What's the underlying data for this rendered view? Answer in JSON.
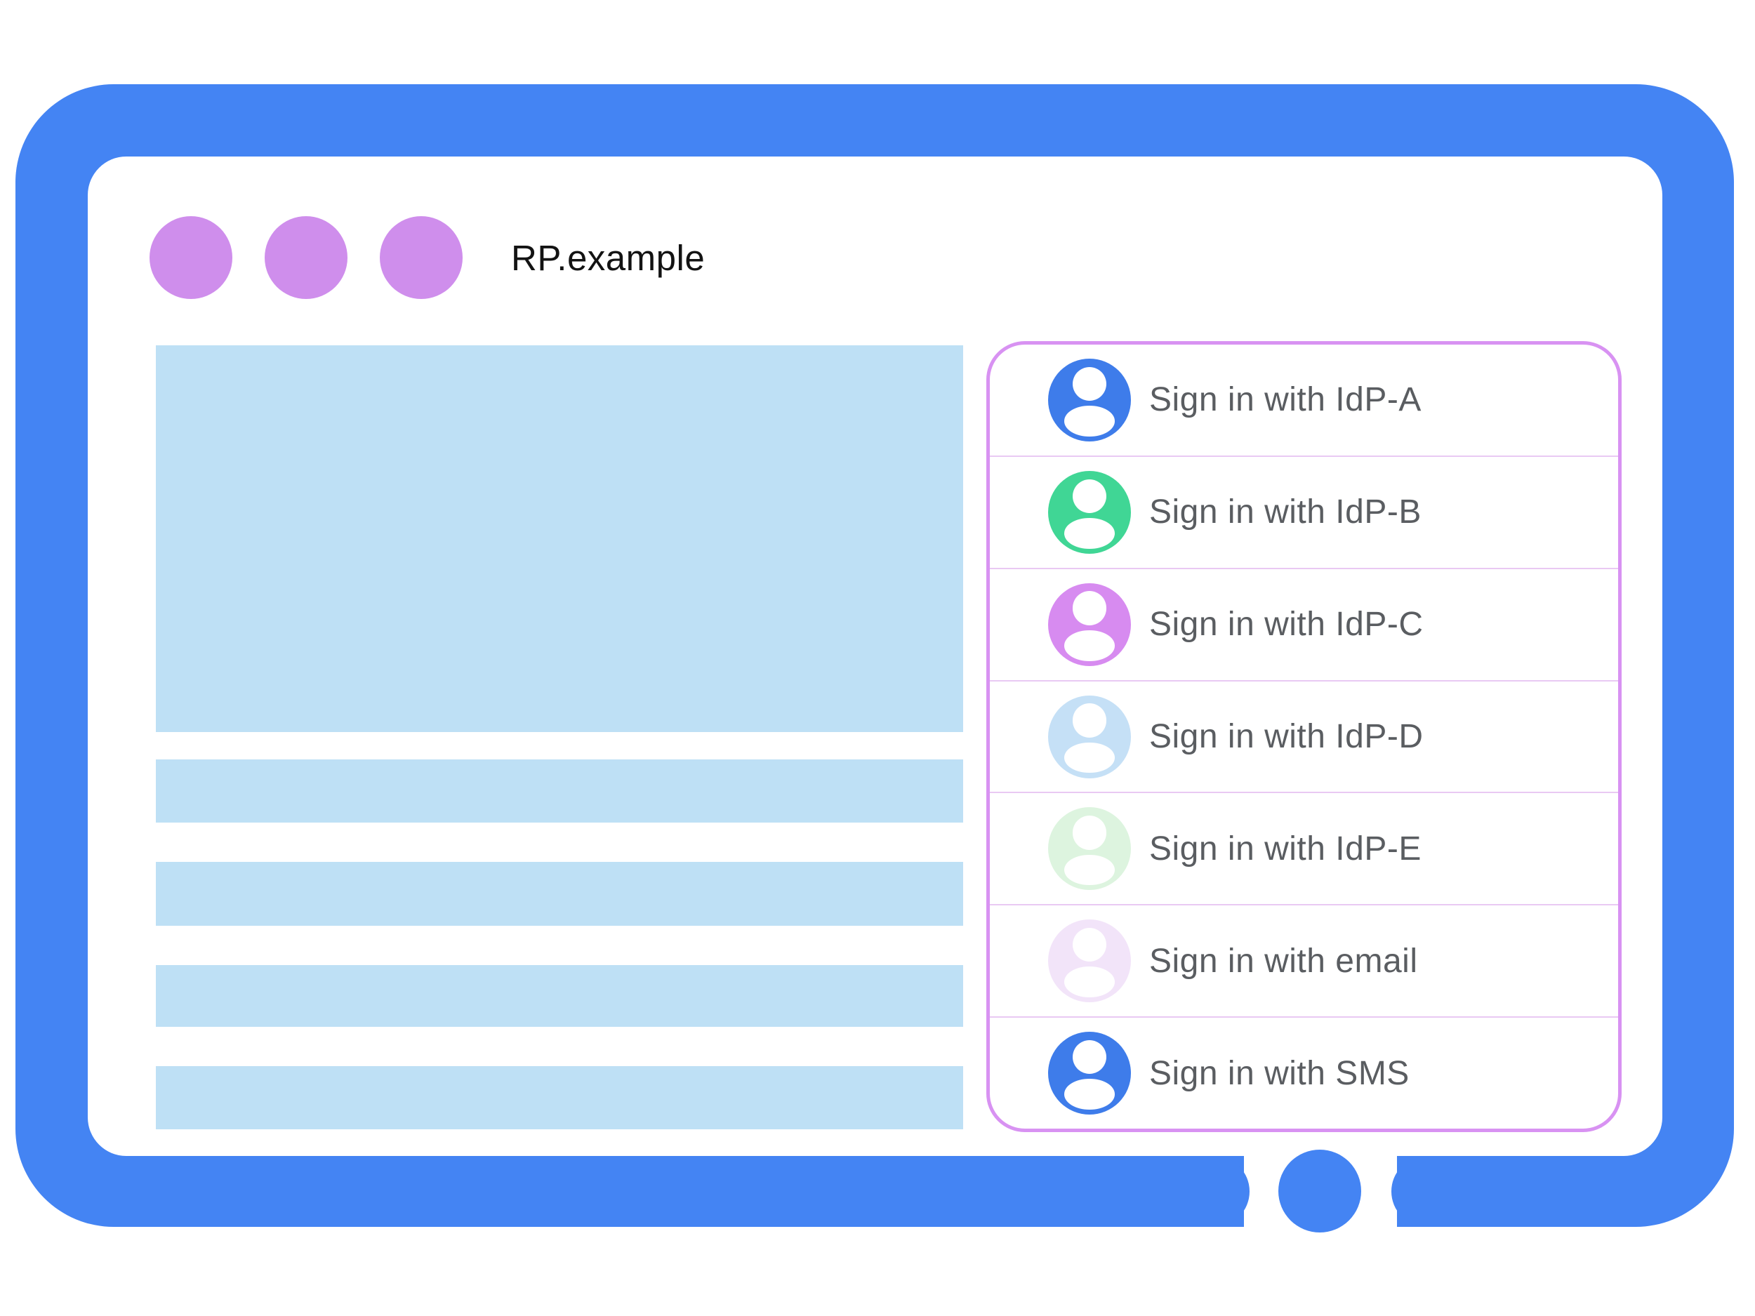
{
  "colors": {
    "frame_blue": "#4484F3",
    "dot_purple": "#CF8EEC",
    "placeholder_blue": "#BEE0F5",
    "panel_border": "#D892F2",
    "panel_divider": "#E9C9F3",
    "label_gray": "#5A5D61",
    "title_black": "#131313"
  },
  "browser_window": {
    "title": "RP.example"
  },
  "signin_panel": {
    "items": [
      {
        "label": "Sign in with IdP-A",
        "avatar_color": "#3E7CEA"
      },
      {
        "label": "Sign in with IdP-B",
        "avatar_color": "#40D695"
      },
      {
        "label": "Sign in with IdP-C",
        "avatar_color": "#D78BF0"
      },
      {
        "label": "Sign in with IdP-D",
        "avatar_color": "#C5E0F6"
      },
      {
        "label": "Sign in with IdP-E",
        "avatar_color": "#DDF4DF"
      },
      {
        "label": "Sign in with email",
        "avatar_color": "#F2E4F9"
      },
      {
        "label": "Sign in with SMS",
        "avatar_color": "#3E7CEA"
      }
    ]
  }
}
